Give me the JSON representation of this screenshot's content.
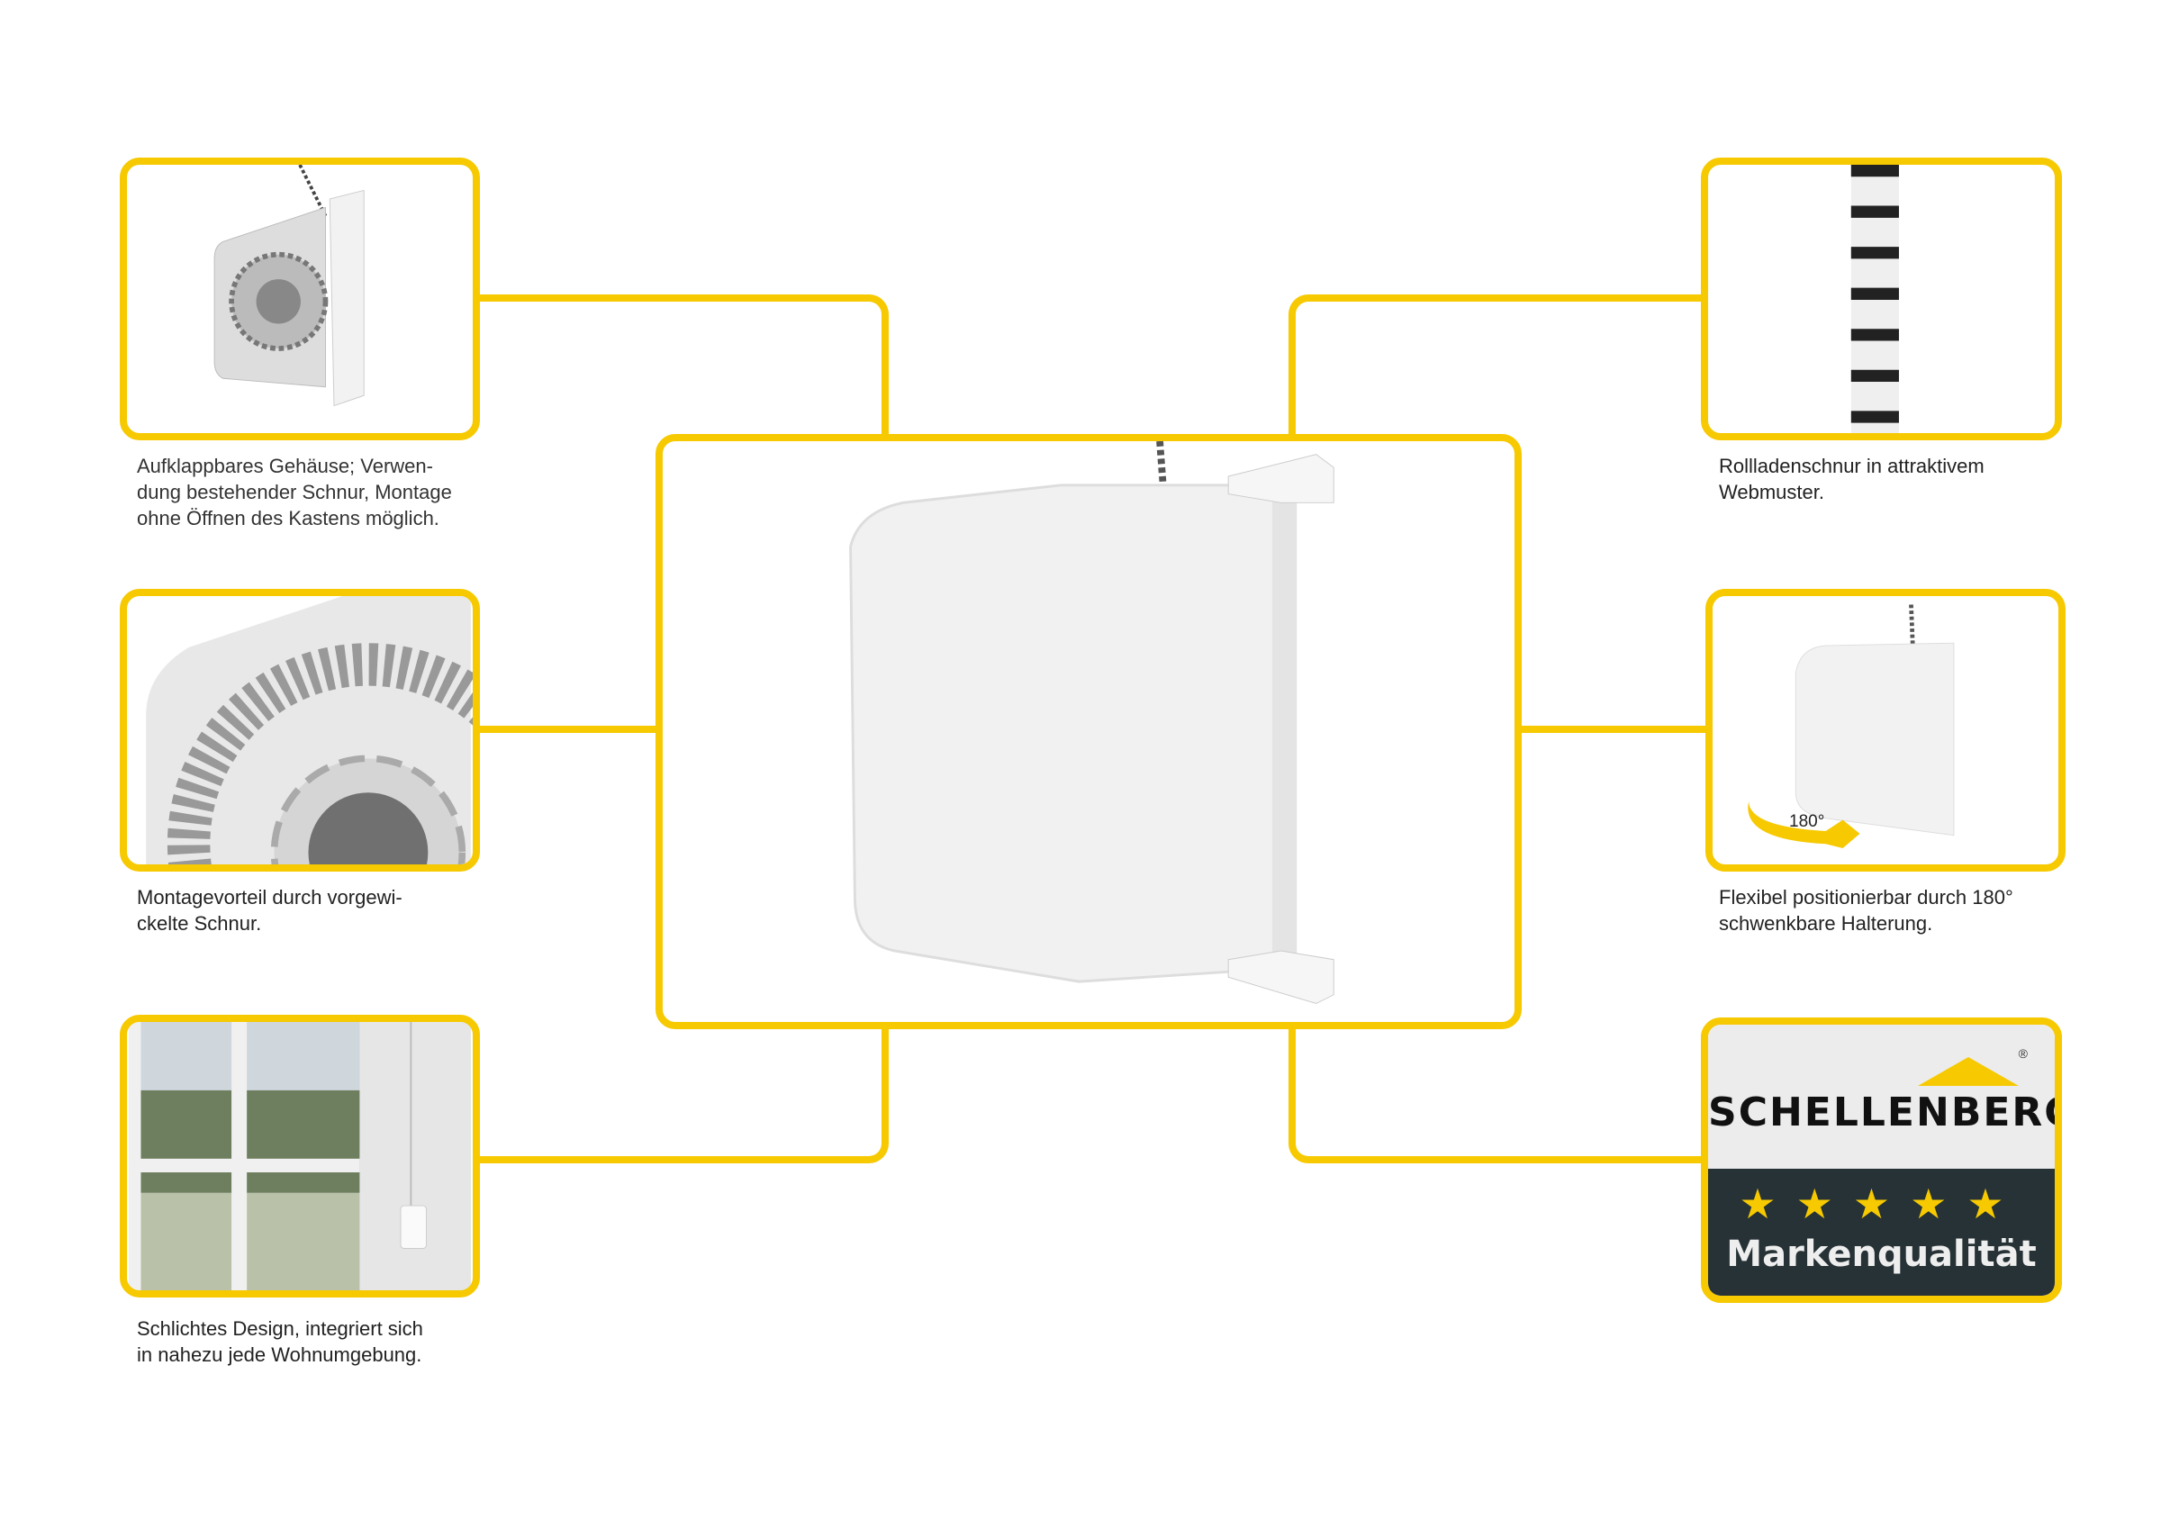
{
  "features": {
    "housing": {
      "caption": "Aufklappbares Gehäuse; Verwen-\ndung bestehender Schnur, Montage\nohne Öffnen des Kastens möglich."
    },
    "prewound": {
      "caption": "Montagevorteil durch vorgewi-\nckelte Schnur."
    },
    "design": {
      "caption": "Schlichtes Design, integriert sich\nin nahezu jede Wohnumgebung."
    },
    "cord": {
      "caption": "Rollladenschnur in attraktivem\nWebmuster."
    },
    "swivel": {
      "caption": "Flexibel positionierbar durch 180°\nschwenkbare Halterung.",
      "badge": "180°"
    }
  },
  "logo": {
    "brand": "SCHELLENBERG",
    "registered": "®",
    "stars": "★★★★★",
    "rating": 5,
    "tagline": "Markenqualität"
  },
  "colors": {
    "accent": "#f6c900",
    "logo_dark": "#263236"
  }
}
